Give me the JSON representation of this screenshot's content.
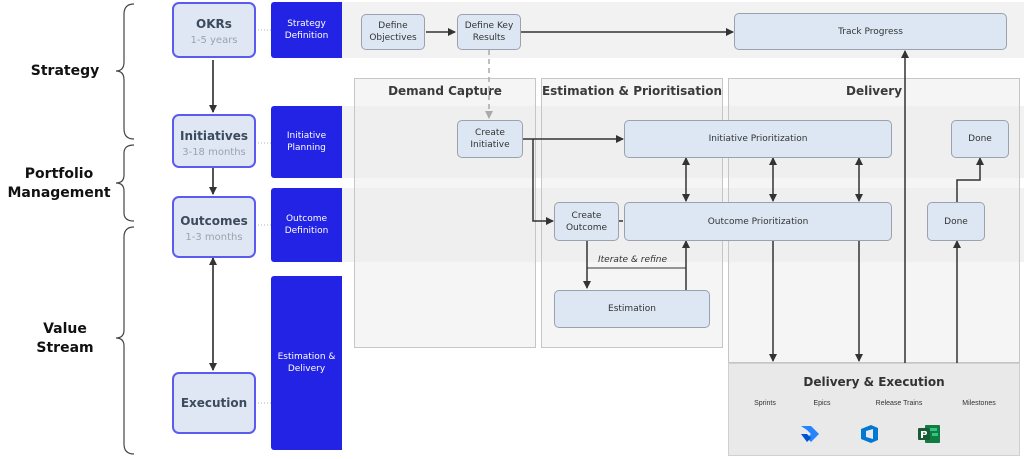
{
  "phases": [
    {
      "label": "Strategy"
    },
    {
      "label": "Portfolio Management"
    },
    {
      "label": "Value Stream"
    }
  ],
  "levels": [
    {
      "title": "OKRs",
      "subtitle": "1-5 years"
    },
    {
      "title": "Initiatives",
      "subtitle": "3-18 months"
    },
    {
      "title": "Outcomes",
      "subtitle": "1-3 months"
    },
    {
      "title": "Execution",
      "subtitle": ""
    }
  ],
  "stages": [
    {
      "label": "Strategy Definition"
    },
    {
      "label": "Initiative Planning"
    },
    {
      "label": "Outcome Definition"
    },
    {
      "label": "Estimation & Delivery"
    }
  ],
  "columns": [
    {
      "title": "Demand Capture"
    },
    {
      "title": "Estimation & Prioritisation"
    },
    {
      "title": "Delivery"
    }
  ],
  "nodes": {
    "define_objectives": "Define Objectives",
    "define_key_results": "Define Key Results",
    "track_progress": "Track Progress",
    "create_initiative": "Create Initiative",
    "initiative_prioritization": "Initiative Prioritization",
    "done_initiative": "Done",
    "create_outcome": "Create Outcome",
    "outcome_prioritization": "Outcome Prioritization",
    "done_outcome": "Done",
    "estimation": "Estimation"
  },
  "edge_labels": {
    "iterate_refine": "Iterate & refine"
  },
  "delivery_execution": {
    "title": "Delivery & Execution",
    "tools": [
      "Sprints",
      "Epics",
      "Release Trains",
      "Milestones"
    ]
  },
  "colors": {
    "stage_blue": "#2323e6",
    "level_border": "#5b5bf0",
    "node_fill": "#dde7f3",
    "jira": "#2684ff",
    "azure": "#0078d4",
    "project": "#107c41"
  }
}
